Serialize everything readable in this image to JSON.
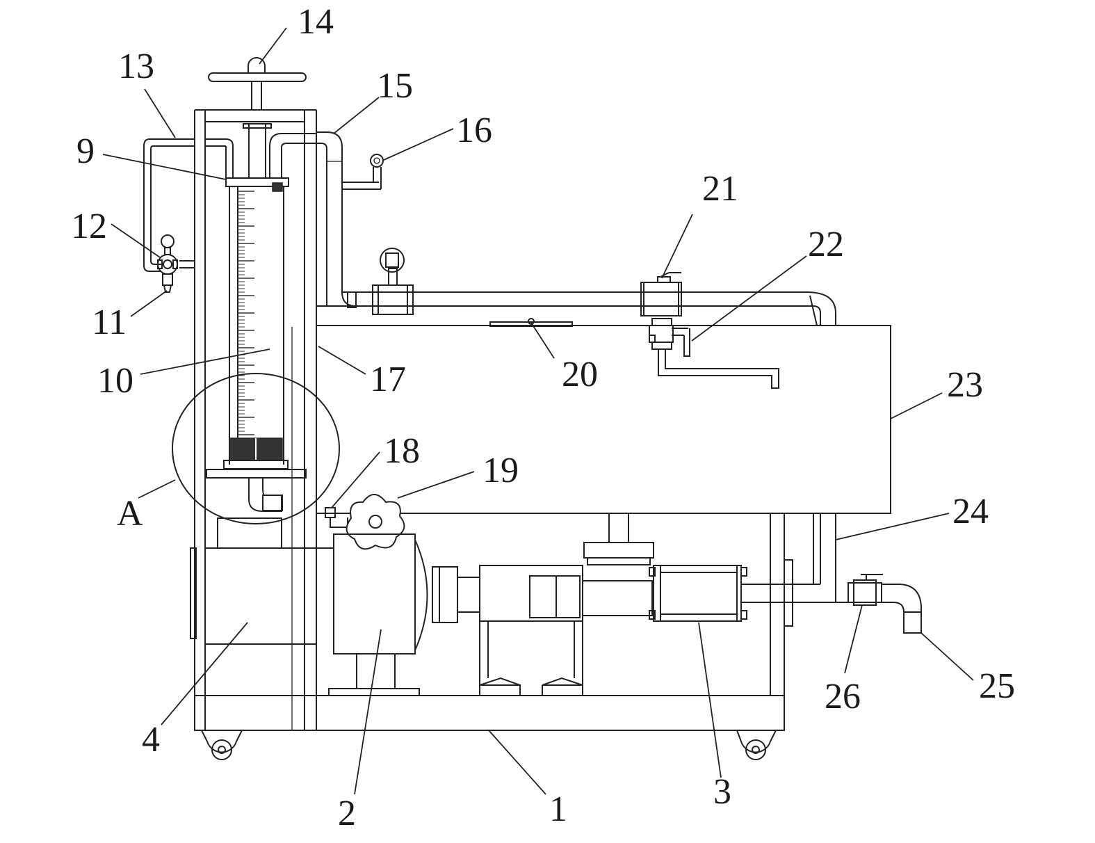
{
  "labels": {
    "l1": "1",
    "l2": "2",
    "l3": "3",
    "l4": "4",
    "l9": "9",
    "l10": "10",
    "l11": "11",
    "l12": "12",
    "l13": "13",
    "l14": "14",
    "l15": "15",
    "l16": "16",
    "l17": "17",
    "l18": "18",
    "l19": "19",
    "l20": "20",
    "l21": "21",
    "l22": "22",
    "l23": "23",
    "l24": "24",
    "l25": "25",
    "l26": "26",
    "lA": "A"
  }
}
